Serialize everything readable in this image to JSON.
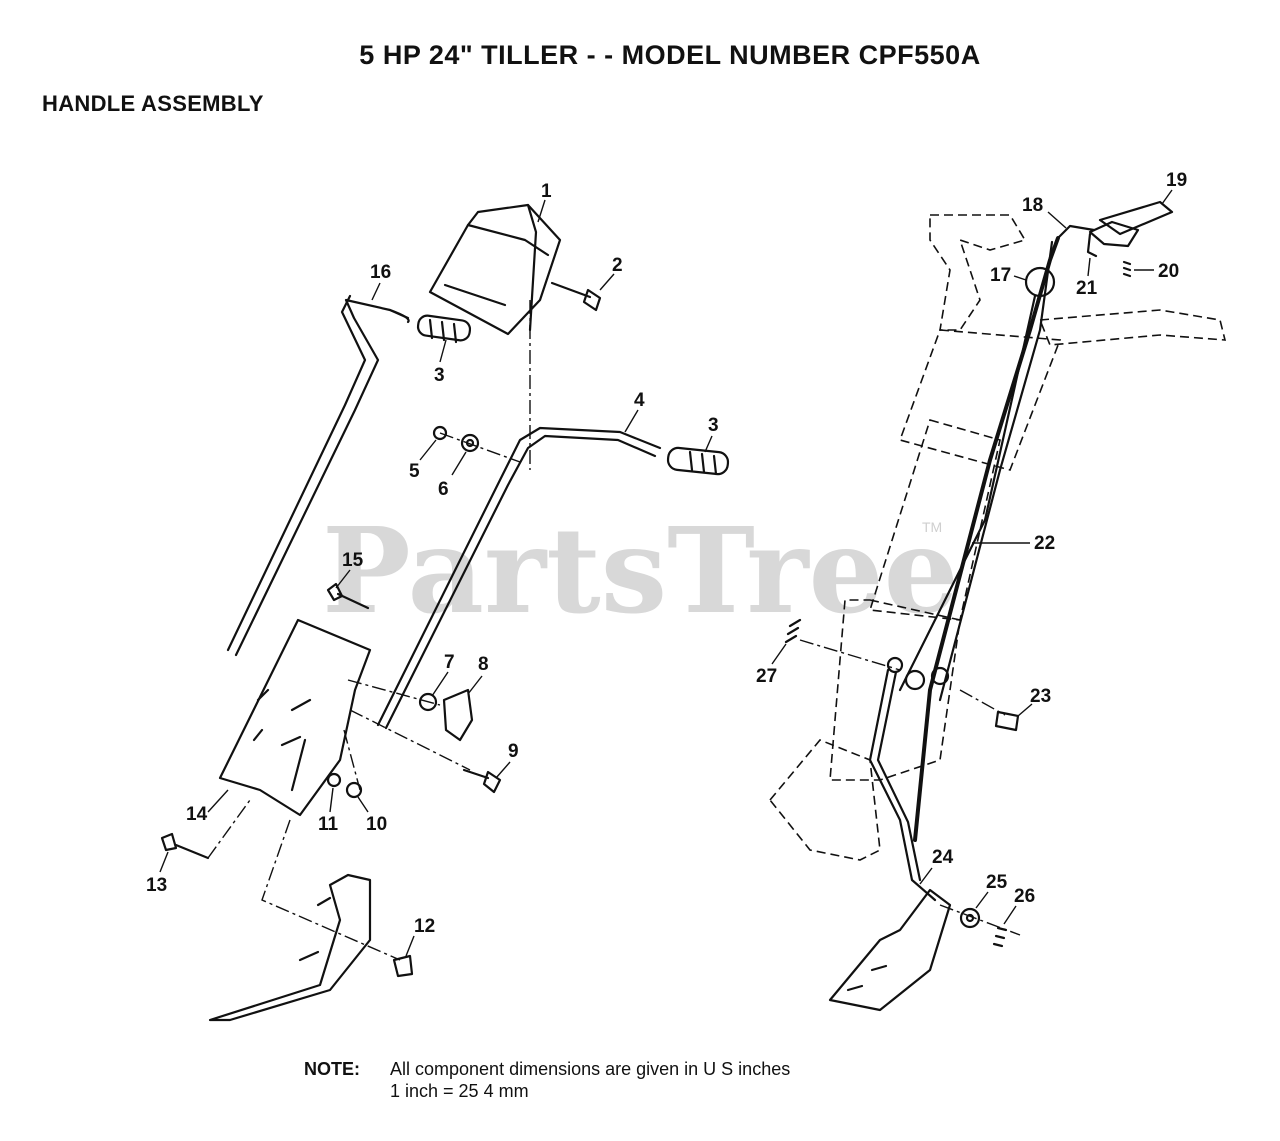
{
  "title": "5 HP  24\" TILLER - - MODEL NUMBER CPF550A",
  "subtitle": "HANDLE ASSEMBLY",
  "watermark": {
    "text": "PartsTree",
    "tm": "TM"
  },
  "note": {
    "label": "NOTE:",
    "line1": "All component dimensions are given in U S  inches",
    "line2": "1 inch = 25 4 mm"
  },
  "callouts": {
    "c1": "1",
    "c2": "2",
    "c3a": "3",
    "c3b": "3",
    "c4": "4",
    "c5": "5",
    "c6": "6",
    "c7": "7",
    "c8": "8",
    "c9": "9",
    "c10": "10",
    "c11": "11",
    "c12": "12",
    "c13": "13",
    "c14": "14",
    "c15": "15",
    "c16": "16",
    "c17": "17",
    "c18": "18",
    "c19": "19",
    "c20": "20",
    "c21": "21",
    "c22": "22",
    "c23": "23",
    "c24": "24",
    "c25": "25",
    "c26": "26",
    "c27": "27"
  }
}
